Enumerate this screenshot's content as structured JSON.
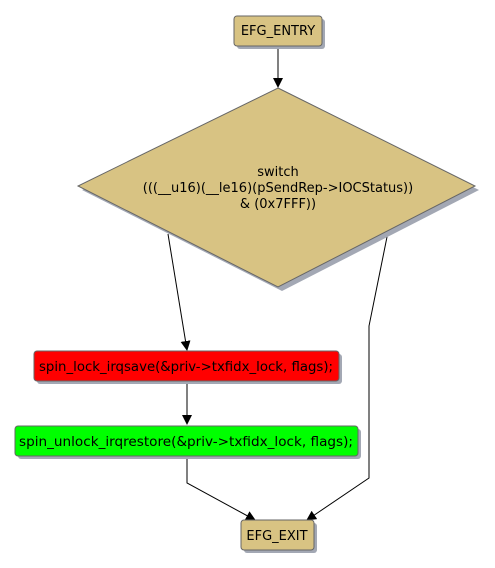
{
  "diagram": {
    "type": "control-flow-graph",
    "nodes": {
      "entry": {
        "label": "EFG_ENTRY",
        "color": "#d8c383"
      },
      "switch": {
        "lines": [
          "switch",
          "(((__u16)(__le16)(pSendRep->IOCStatus))",
          "& (0x7FFF))"
        ],
        "color": "#d8c383"
      },
      "lock": {
        "label": "spin_lock_irqsave(&priv->txfidx_lock, flags);",
        "color": "#ff0000"
      },
      "unlock": {
        "label": "spin_unlock_irqrestore(&priv->txfidx_lock, flags);",
        "color": "#00ff00"
      },
      "exit": {
        "label": "EFG_EXIT",
        "color": "#d8c383"
      }
    },
    "edges": [
      {
        "from": "entry",
        "to": "switch"
      },
      {
        "from": "switch",
        "to": "lock"
      },
      {
        "from": "switch",
        "to": "exit"
      },
      {
        "from": "lock",
        "to": "unlock"
      },
      {
        "from": "unlock",
        "to": "exit"
      }
    ],
    "colors": {
      "shadow": "#a3a8b4",
      "border": "#666666",
      "edge": "#000000"
    }
  }
}
